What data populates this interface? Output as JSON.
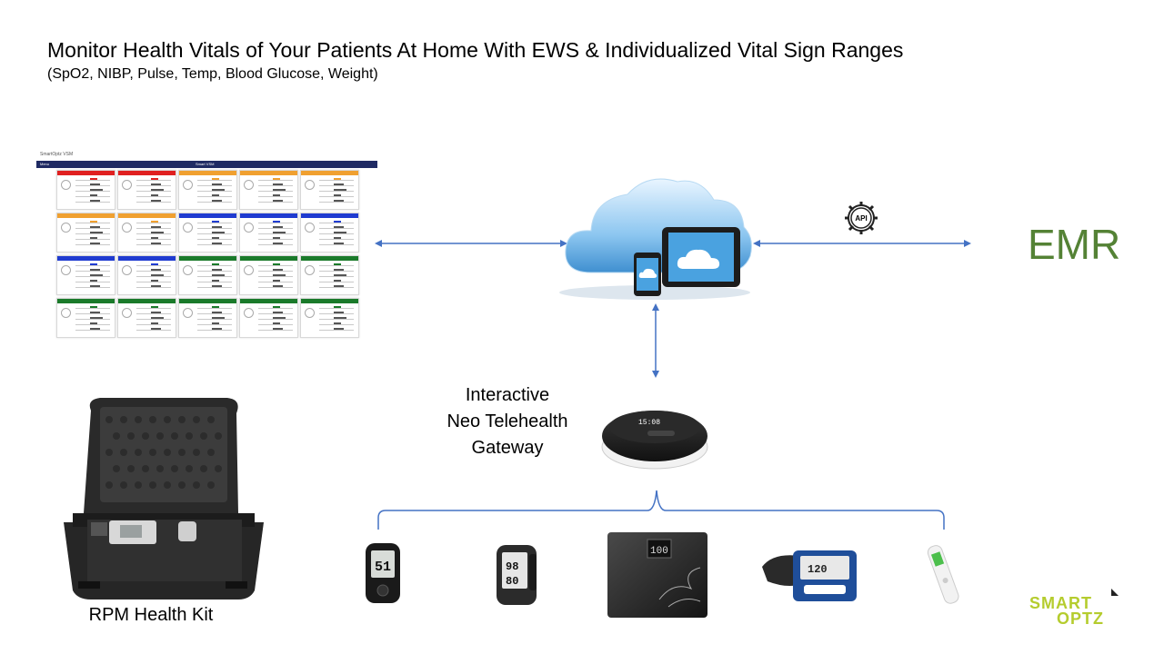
{
  "header": {
    "title": "Monitor Health Vitals of Your Patients At Home With EWS & Individualized Vital Sign Ranges",
    "subtitle": "(SpO2, NIBP, Pulse, Temp, Blood Glucose, Weight)"
  },
  "emr_label": "EMR",
  "gateway_label": [
    "Interactive",
    "Neo Telehealth",
    "Gateway"
  ],
  "kit_label": "RPM Health Kit",
  "api_badge": "API",
  "brand": {
    "line1": "SMART",
    "line2": "OPTZ",
    "color": "#b5cc2e"
  },
  "gateway_screen": "15:08",
  "glucometer_screen": "51",
  "oximeter_screen": [
    "98",
    "80"
  ],
  "scale_screen": "100",
  "bp_screen": "120",
  "dashboard": {
    "app_name": "SmartOptz VSM",
    "bar_title": "Smart VSM",
    "menu": "Menu",
    "header_colors": [
      "#e02020",
      "#e02020",
      "#f0a030",
      "#f0a030",
      "#f0a030",
      "#f0a030",
      "#f0a030",
      "#1f3bd0",
      "#1f3bd0",
      "#1f3bd0",
      "#1f3bd0",
      "#1f3bd0",
      "#1a7a2a",
      "#1a7a2a",
      "#1a7a2a",
      "#1a7a2a",
      "#1a7a2a",
      "#1a7a2a",
      "#1a7a2a",
      "#1a7a2a"
    ]
  },
  "colors": {
    "arrow": "#4472c4",
    "emr": "#548235",
    "cloud": "#5aa9e6"
  }
}
